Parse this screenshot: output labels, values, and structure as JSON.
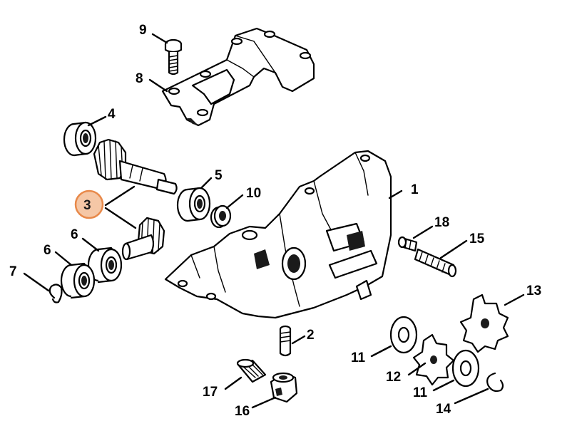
{
  "callouts": [
    {
      "id": "1",
      "label": "1"
    },
    {
      "id": "2",
      "label": "2"
    },
    {
      "id": "3",
      "label": "3"
    },
    {
      "id": "4",
      "label": "4"
    },
    {
      "id": "5",
      "label": "5"
    },
    {
      "id": "6a",
      "label": "6"
    },
    {
      "id": "6b",
      "label": "6"
    },
    {
      "id": "7",
      "label": "7"
    },
    {
      "id": "8",
      "label": "8"
    },
    {
      "id": "9",
      "label": "9"
    },
    {
      "id": "10",
      "label": "10"
    },
    {
      "id": "11a",
      "label": "11"
    },
    {
      "id": "11b",
      "label": "11"
    },
    {
      "id": "12",
      "label": "12"
    },
    {
      "id": "13",
      "label": "13"
    },
    {
      "id": "14",
      "label": "14"
    },
    {
      "id": "15",
      "label": "15"
    },
    {
      "id": "16",
      "label": "16"
    },
    {
      "id": "17",
      "label": "17"
    },
    {
      "id": "18",
      "label": "18"
    }
  ],
  "highlighted_callout": "3",
  "colors": {
    "highlight_fill": "#f5c7a6",
    "highlight_stroke": "#e8894a",
    "line": "#000000"
  }
}
